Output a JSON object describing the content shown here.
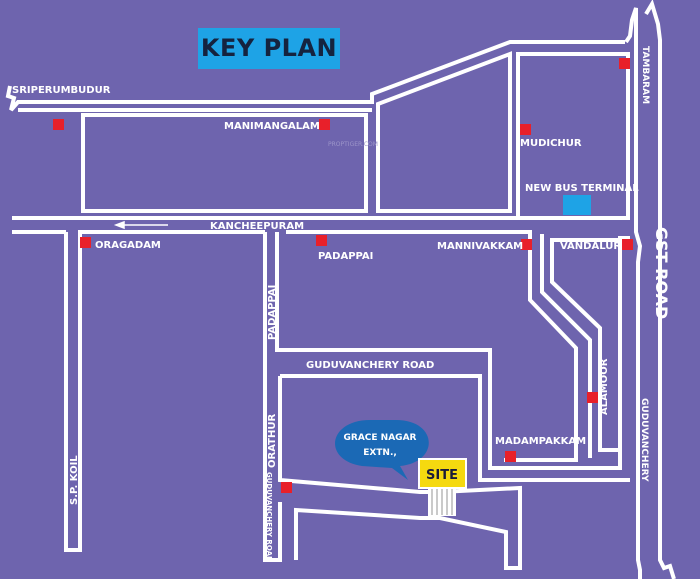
{
  "title": "KEY PLAN",
  "watermark": "PROPTIGER.COM",
  "roads": {
    "sriperumbudur": "SRIPERUMBUDUR",
    "kancheepuram": "KANCHEEPURAM",
    "gst_road": "GST ROAD",
    "tambaram": "TAMBARAM",
    "guduvanchery_road": "GUDUVANCHERY ROAD",
    "padappai_road": "PADAPPAI",
    "orathur": "ORATHUR",
    "guduvanchery_road_vertical": "GUDUVANCHERY ROAD",
    "sp_koil": "S.P. KOIL",
    "guduvanchery": "GUDUVANCHERY"
  },
  "places": {
    "manimangalam": "MANIMANGALAM",
    "mudichur": "MUDICHUR",
    "new_bus_terminal": "NEW BUS TERMINAL",
    "oragadam": "ORAGADAM",
    "padappai": "PADAPPAI",
    "mannivakkam": "MANNIVAKKAM",
    "vandalur": "VANDALUR",
    "alamoor": "ALAMOOR",
    "madampakkam": "MADAMPAKKAM"
  },
  "bubble": {
    "line1": "GRACE NAGAR",
    "line2": "EXTN.,"
  },
  "site": "SITE",
  "colors": {
    "background": "#6e64ae",
    "road_edge": "#ffffff",
    "marker": "#e8202a",
    "title_bg": "#1ea3e6",
    "title_text": "#15233f",
    "bus_terminal": "#1ea3e6",
    "bubble": "#1b69b5",
    "site_bg": "#f5d90f"
  }
}
